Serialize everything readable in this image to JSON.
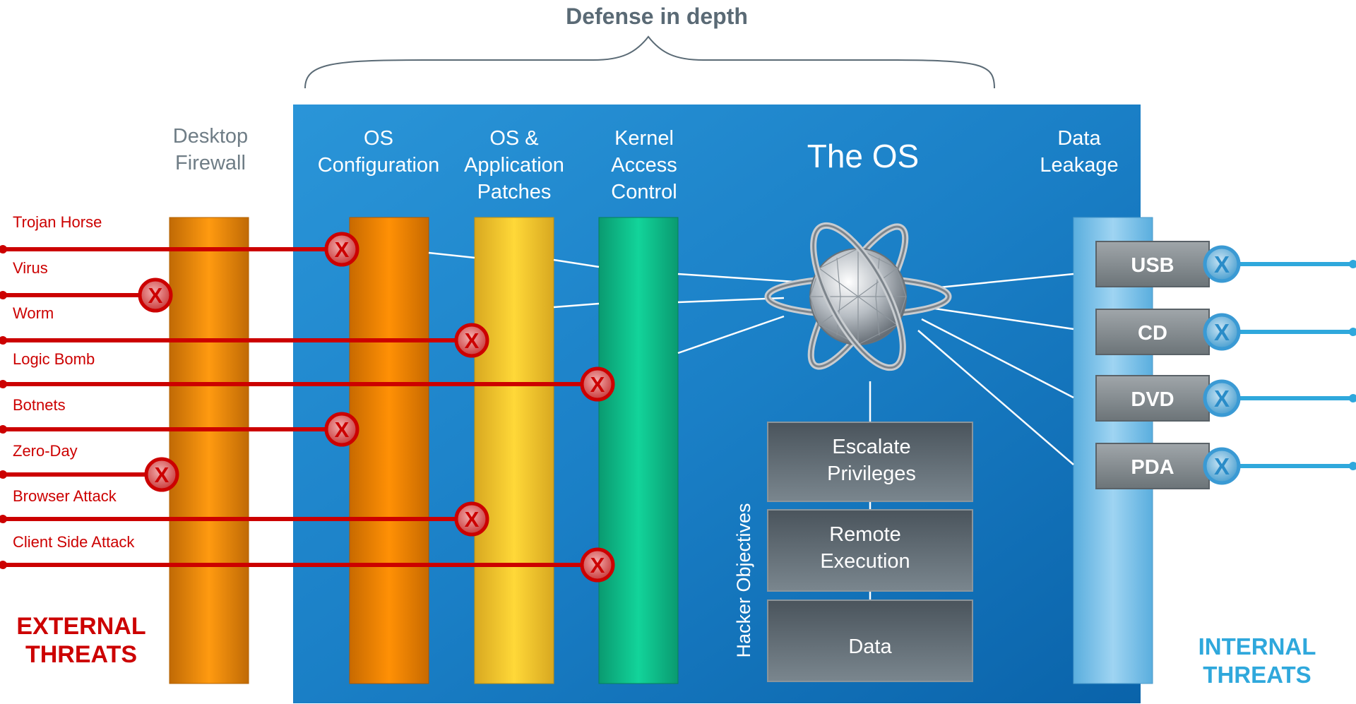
{
  "title": "Defense in depth",
  "layers": {
    "desktop_firewall": "Desktop Firewall",
    "os_configuration": "OS Configuration",
    "os_app_patches": "OS & Application Patches",
    "kernel_access_control": "Kernel Access Control",
    "the_os": "The OS",
    "data_leakage": "Data Leakage"
  },
  "external_threats": {
    "label": "EXTERNAL THREATS",
    "items": [
      "Trojan Horse",
      "Virus",
      "Worm",
      "Logic Bomb",
      "Botnets",
      "Zero-Day",
      "Browser Attack",
      "Client Side Attack"
    ]
  },
  "internal_threats": {
    "label": "INTERNAL THREATS",
    "devices": [
      "USB",
      "CD",
      "DVD",
      "PDA"
    ]
  },
  "hacker_objectives": {
    "label": "Hacker Objectives",
    "items": [
      "Escalate Privileges",
      "Remote Execution",
      "Data"
    ]
  },
  "block_mark": "X",
  "colors": {
    "external": "#cc0000",
    "internal": "#2fa8dc",
    "title": "#5a6a75",
    "panel": "#1a82c8",
    "firewall": "#e88a10",
    "os_config": "#e07a0a",
    "patches": "#f2c230",
    "kernel": "#10b888",
    "leakage": "#7cc0e6",
    "objective_box": "#5b6770"
  }
}
